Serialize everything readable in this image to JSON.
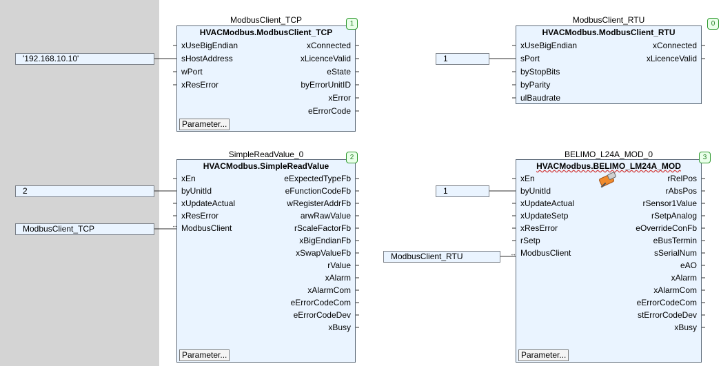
{
  "blocks": [
    {
      "id": "tcp",
      "instance": "ModbusClient_TCP",
      "type": "HVACModbus.ModbusClient_TCP",
      "badge": "1",
      "inputs": [
        "xUseBigEndian",
        "sHostAddress",
        "wPort",
        "xResError"
      ],
      "outputs": [
        "xConnected",
        "xLicenceValid",
        "eState",
        "byErrorUnitID",
        "xError",
        "eErrorCode"
      ],
      "button": "Parameter..."
    },
    {
      "id": "rtu",
      "instance": "ModbusClient_RTU",
      "type": "HVACModbus.ModbusClient_RTU",
      "badge": "0",
      "inputs": [
        "xUseBigEndian",
        "sPort",
        "byStopBits",
        "byParity",
        "ulBaudrate"
      ],
      "outputs": [
        "xConnected",
        "xLicenceValid"
      ],
      "button": ""
    },
    {
      "id": "srv",
      "instance": "SimpleReadValue_0",
      "type": "HVACModbus.SimpleReadValue",
      "badge": "2",
      "inputs": [
        "xEn",
        "byUnitId",
        "xUpdateActual",
        "xResError",
        "ModbusClient"
      ],
      "outputs": [
        "eExpectedTypeFb",
        "eFunctionCodeFb",
        "wRegisterAddrFb",
        "arwRawValue",
        "rScaleFactorFb",
        "xBigEndianFb",
        "xSwapValueFb",
        "rValue",
        "xAlarm",
        "xAlarmCom",
        "eErrorCodeCom",
        "eErrorCodeDev",
        "xBusy"
      ],
      "button": "Parameter..."
    },
    {
      "id": "bel",
      "instance": "BELIMO_L24A_MOD_0",
      "type": "HVACModbus.BELIMO_LM24A_MOD",
      "badge": "3",
      "inputs": [
        "xEn",
        "byUnitId",
        "xUpdateActual",
        "xUpdateSetp",
        "xResError",
        "rSetp",
        "ModbusClient"
      ],
      "outputs": [
        "rRelPos",
        "rAbsPos",
        "rSensor1Value",
        "rSetpAnalog",
        "eOverrideConFb",
        "eBusTermin",
        "sSerialNum",
        "eAO",
        "xAlarm",
        "xAlarmCom",
        "eErrorCodeCom",
        "stErrorCodeDev",
        "xBusy"
      ],
      "button": "Parameter...",
      "device_icon": "damper-actuator-icon"
    }
  ],
  "constants": [
    {
      "id": "ip",
      "value": "'192.168.10.10'"
    },
    {
      "id": "port",
      "value": "1"
    },
    {
      "id": "unit-srv",
      "value": "2"
    },
    {
      "id": "client-tcp",
      "value": "ModbusClient_TCP"
    },
    {
      "id": "unit-bel",
      "value": "1"
    },
    {
      "id": "client-rtu",
      "value": "ModbusClient_RTU"
    }
  ],
  "inout_marker": "↔",
  "colors": {
    "gutter": "#d4d4d4",
    "block_fill": "#eaf4ff",
    "badge_border": "#2f9a2f",
    "wire": "#2d2d2d"
  }
}
